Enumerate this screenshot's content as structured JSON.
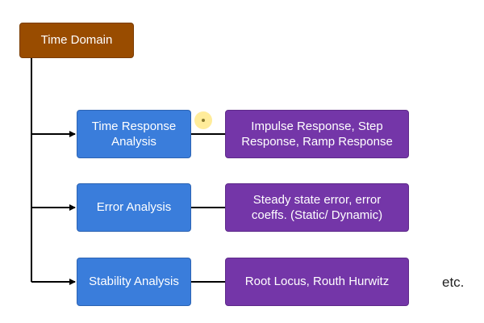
{
  "diagram": {
    "root": {
      "label": "Time Domain"
    },
    "branches": [
      {
        "analysis": "Time Response Analysis",
        "detail": "Impulse Response, Step Response, Ramp Response"
      },
      {
        "analysis": "Error Analysis",
        "detail": "Steady state error, error coeffs. (Static/ Dynamic)"
      },
      {
        "analysis": "Stability Analysis",
        "detail": "Root Locus, Routh Hurwitz"
      }
    ],
    "trailing_note": "etc."
  },
  "colors": {
    "root_fill": "#994c00",
    "analysis_fill": "#3a7ddb",
    "detail_fill": "#7436a8",
    "connector": "#000000"
  }
}
